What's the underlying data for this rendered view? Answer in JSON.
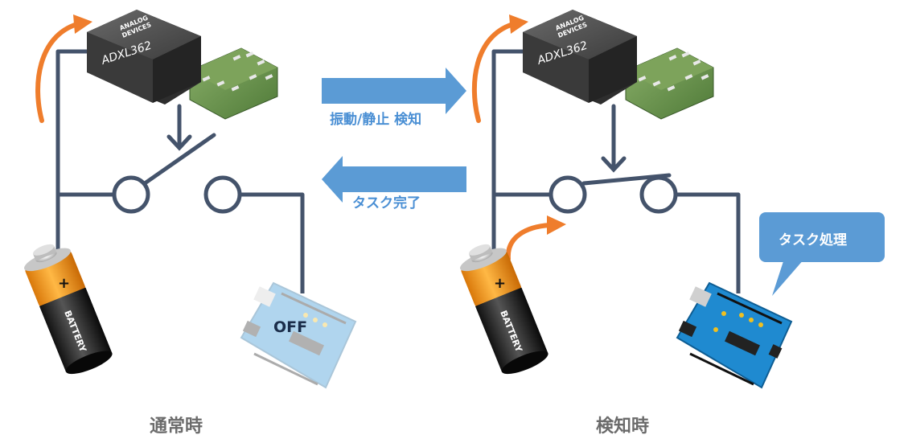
{
  "captions": {
    "normal_state": "通常時",
    "detected_state": "検知時"
  },
  "arrows": {
    "forward_label": "振動/静止 検知",
    "back_label": "タスク完了"
  },
  "sensor": {
    "brand_line1": "ANALOG",
    "brand_line2": "DEVICES",
    "model": "ADXL362"
  },
  "battery": {
    "plus_sign": "+",
    "label": "BATTERY"
  },
  "arduino_off_label": "OFF",
  "speech_bubble": "タスク処理",
  "colors": {
    "wire": "#44536b",
    "current_arrow": "#ef7d2c",
    "flow_arrow": "#5b9bd5",
    "bubble": "#5b9bd5",
    "battery_orange": "#f59b1e",
    "arduino_blue": "#1f8ad0"
  }
}
